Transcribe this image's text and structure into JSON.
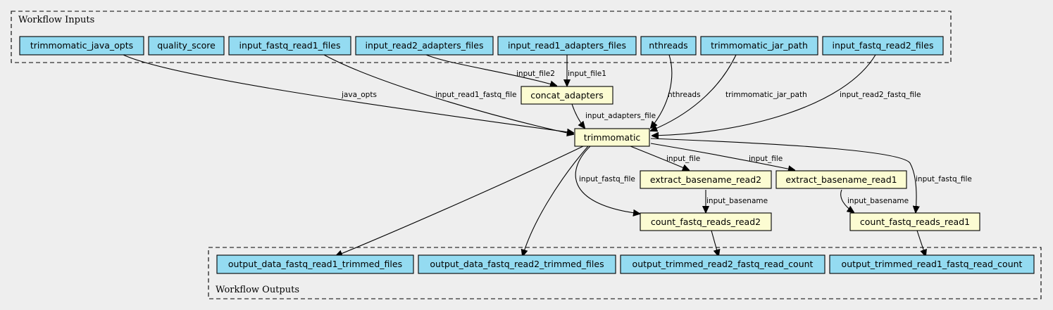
{
  "clusters": {
    "inputs_label": "Workflow Inputs",
    "outputs_label": "Workflow Outputs"
  },
  "nodes": {
    "in_java_opts": "trimmomatic_java_opts",
    "in_quality_score": "quality_score",
    "in_fastq_read1": "input_fastq_read1_files",
    "in_read2_adapters": "input_read2_adapters_files",
    "in_read1_adapters": "input_read1_adapters_files",
    "in_nthreads": "nthreads",
    "in_jar_path": "trimmomatic_jar_path",
    "in_fastq_read2": "input_fastq_read2_files",
    "step_concat": "concat_adapters",
    "step_trimmomatic": "trimmomatic",
    "step_extract2": "extract_basename_read2",
    "step_extract1": "extract_basename_read1",
    "step_count2": "count_fastq_reads_read2",
    "step_count1": "count_fastq_reads_read1",
    "out_read1_trimmed": "output_data_fastq_read1_trimmed_files",
    "out_read2_trimmed": "output_data_fastq_read2_trimmed_files",
    "out_read2_count": "output_trimmed_read2_fastq_read_count",
    "out_read1_count": "output_trimmed_read1_fastq_read_count"
  },
  "edges": {
    "java_opts": "java_opts",
    "input_read1_fastq_file": "input_read1_fastq_file",
    "input_file2": "input_file2",
    "input_file1": "input_file1",
    "input_adapters_file": "input_adapters_file",
    "nthreads": "nthreads",
    "trimmomatic_jar_path": "trimmomatic_jar_path",
    "input_read2_fastq_file": "input_read2_fastq_file",
    "input_file_read2": "input_file",
    "input_file_read1": "input_file",
    "input_fastq_file_count2": "input_fastq_file",
    "input_fastq_file_count1": "input_fastq_file",
    "input_basename_read2": "input_basename",
    "input_basename_read1": "input_basename"
  },
  "colors": {
    "background": "#eeeeee",
    "io_node": "#94dbf1",
    "step_node": "#fcfcd2"
  }
}
